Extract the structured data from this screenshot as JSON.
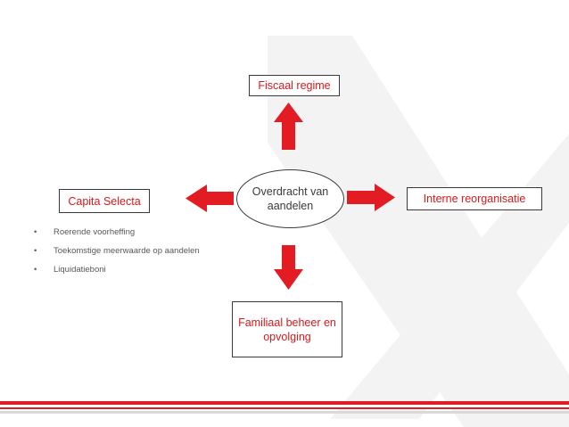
{
  "diagram": {
    "center": "Overdracht van aandelen",
    "top": "Fiscaal regime",
    "left": "Capita Selecta",
    "right": "Interne reorganisatie",
    "bottom": "Familiaal beheer en opvolging"
  },
  "bullets": {
    "marker": "•",
    "items": [
      "Roerende voorheffing",
      "Toekomstige meerwaarde op aandelen",
      "Liquidatieboni"
    ]
  },
  "colors": {
    "accent": "#e31b23",
    "box_text": "#d7191c",
    "center_text": "#3a3a3a",
    "watermark": "#f1f1f1"
  },
  "icons": {
    "arrows": "block-arrow-icon",
    "watermark": "brand-x-watermark"
  }
}
